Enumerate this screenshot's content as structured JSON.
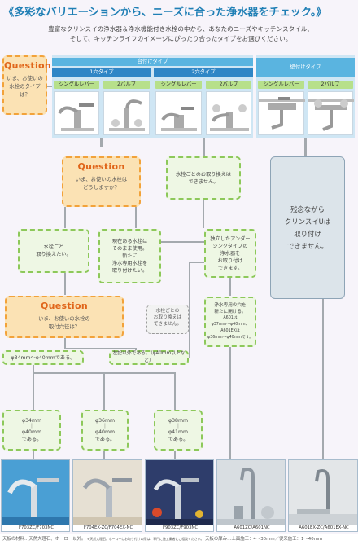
{
  "title": "《多彩なバリエーションから、ニーズに合った浄水器をチェック。》",
  "intro": [
    "豊富なクリンスイの浄水器＆浄水機能付き水栓の中から、あなたのニーズやキッチンスタイル、",
    "そして、キッチンライフのイメージにぴったり合ったタイプをお選びください。"
  ],
  "question1": {
    "word": "Question",
    "lines": [
      "いま、お使いの",
      "水栓のタイプは？"
    ]
  },
  "headers": {
    "counter": "台付けタイプ",
    "one_hole": "1穴タイプ",
    "two_hole": "2穴タイプ",
    "wall": "壁付けタイプ"
  },
  "faucet_labels": [
    "シングルレバー",
    "2バルブ",
    "シングルレバー",
    "2バルブ",
    "シングルレバー",
    "2バルブ"
  ],
  "question2": {
    "word": "Question",
    "lines": [
      "いま、お使いの水栓は",
      "どうしますか？"
    ]
  },
  "two_hole_note": [
    "水栓ごとのお取り換えは",
    "できません。"
  ],
  "replace_box": [
    "水栓ごと",
    "取り換えたい。"
  ],
  "keep_box": [
    "現在ある水栓は",
    "そのまま使用。",
    "新たに",
    "浄水専用水栓を",
    "取り付けたい。"
  ],
  "undersink_box": [
    "独立したアンダー",
    "シンクタイプの",
    "浄水器を",
    "お取り付け",
    "できます。"
  ],
  "sorry_box": [
    "残念ながら",
    "クリンスイUは",
    "取り付け",
    "できません。"
  ],
  "question3": {
    "word": "Question",
    "lines": [
      "いま、お使いの水栓の",
      "取付穴径は？"
    ]
  },
  "no_replace_note": [
    "水栓ごとの",
    "お取り換えは",
    "できません。"
  ],
  "hole_box": [
    "浄水専用の穴を",
    "新たに開ける。",
    "A601は",
    "φ37mm〜φ40mm、",
    "A601EXは",
    "φ36mm〜φ40mmです。"
  ],
  "diam_left": "φ34mm〜φ40mmである。",
  "diam_right": "左記以外である。（φ40mm以上など）",
  "opt1": [
    "φ34mm",
    "｜",
    "φ40mm",
    "である。"
  ],
  "opt2": [
    "φ36mm",
    "｜",
    "φ40mm",
    "である。"
  ],
  "opt3": [
    "φ38mm",
    "｜",
    "φ41mm",
    "である。"
  ],
  "products": [
    "F703ZC/F703NC",
    "F704EX-ZC/F704EX-NC",
    "F903ZC/F903NC",
    "A601ZC/A601NC",
    "A601EX-ZC/A601EX-NC"
  ],
  "footer_left": "天板の材料…天然大理石、ホーロー以外。",
  "footer_note": "※天然大理石、ホーローにお取り付けの際は、専門に施工業者にご相談ください。",
  "footer_right": "天板の厚み…上面施工：4〜30mm／従来施工：1〜40mm"
}
